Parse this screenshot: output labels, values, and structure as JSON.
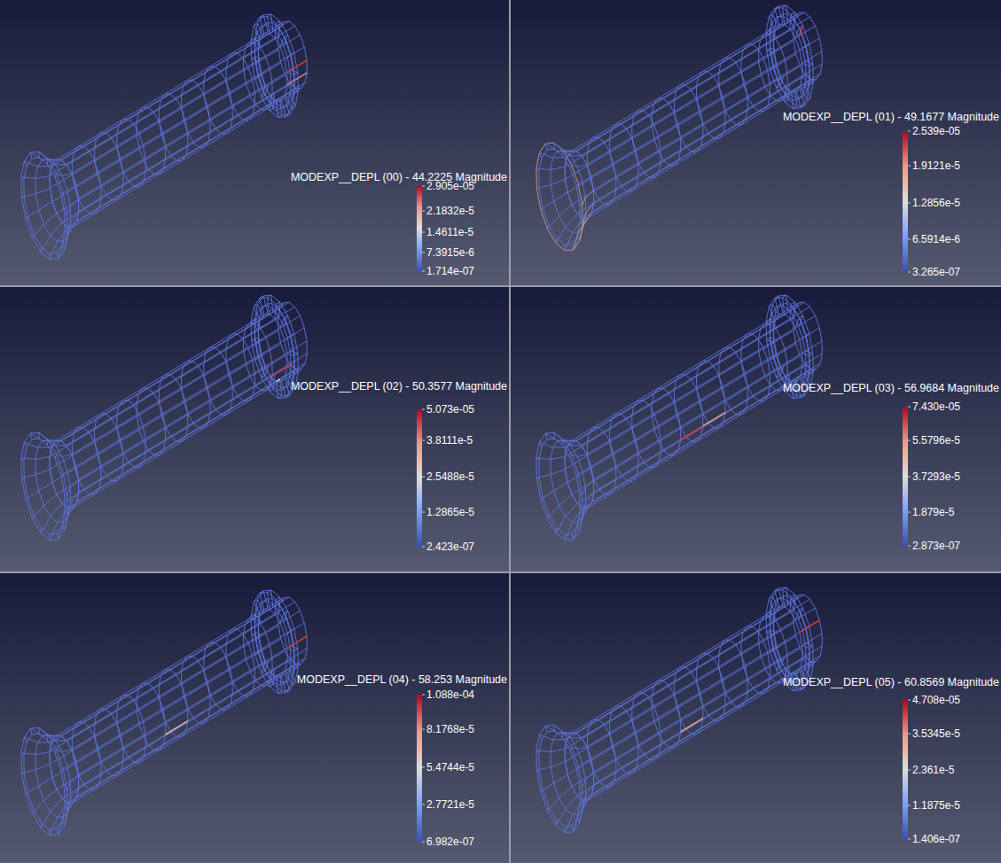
{
  "diagram": {
    "labels": [
      "MODEXP__DEPL (00) - 44.2225 Magnitude",
      "2.905e-05",
      "2.1832e-5",
      "1.4611e-5",
      "7.3915e-6",
      "1.714e-07",
      "MODEXP__DEPL (01) - 49.1677 Magnitude",
      "2.539e-05",
      "1.9121e-5",
      "1.2856e-5",
      "6.5914e-6",
      "3.265e-07",
      "MODEXP__DEPL (02) - 50.3577 Magnitude",
      "5.073e-05",
      "3.8111e-5",
      "2.5488e-5",
      "1.2865e-5",
      "2.423e-07",
      "MODEXP__DEPL (03) - 56.9684 Magnitude",
      "7.430e-05",
      "5.5796e-5",
      "3.7293e-5",
      "1.879e-5",
      "2.873e-07",
      "MODEXP__DEPL (04) - 58.253 Magnitude",
      "1.088e-04",
      "8.1768e-5",
      "5.4744e-5",
      "2.7721e-5",
      "6.982e-07",
      "MODEXP__DEPL (05) - 60.8569 Magnitude",
      "4.708e-05",
      "3.5345e-5",
      "2.361e-5",
      "1.1875e-5",
      "1.406e-07"
    ]
  }
}
